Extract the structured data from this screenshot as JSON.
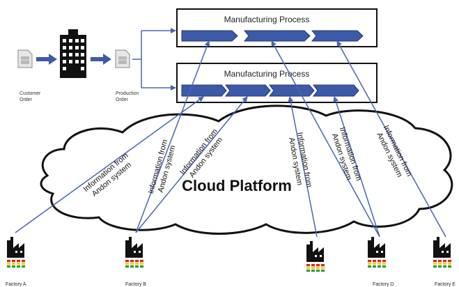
{
  "inputs": {
    "customer_order": [
      "Customer",
      "Order"
    ],
    "production_order": [
      "Production",
      "Order"
    ]
  },
  "processes": [
    {
      "title": "Manufacturing Process"
    },
    {
      "title": "Manufacturing Process"
    }
  ],
  "cloud": {
    "label": "Cloud Platform"
  },
  "info_label": [
    "Information from",
    "Andon system"
  ],
  "factories": [
    {
      "label": "Factory A"
    },
    {
      "label": "Factory B"
    },
    {
      "label": ""
    },
    {
      "label": "Factory D"
    },
    {
      "label": "Factory E"
    }
  ],
  "colors": {
    "arrow_fill": "#3d5aa8",
    "arrow_edge": "#1f3575",
    "connector": "#4a64b0",
    "light_red": "#e0231c",
    "light_yellow": "#f2d21a",
    "light_green": "#2e9b3a"
  }
}
